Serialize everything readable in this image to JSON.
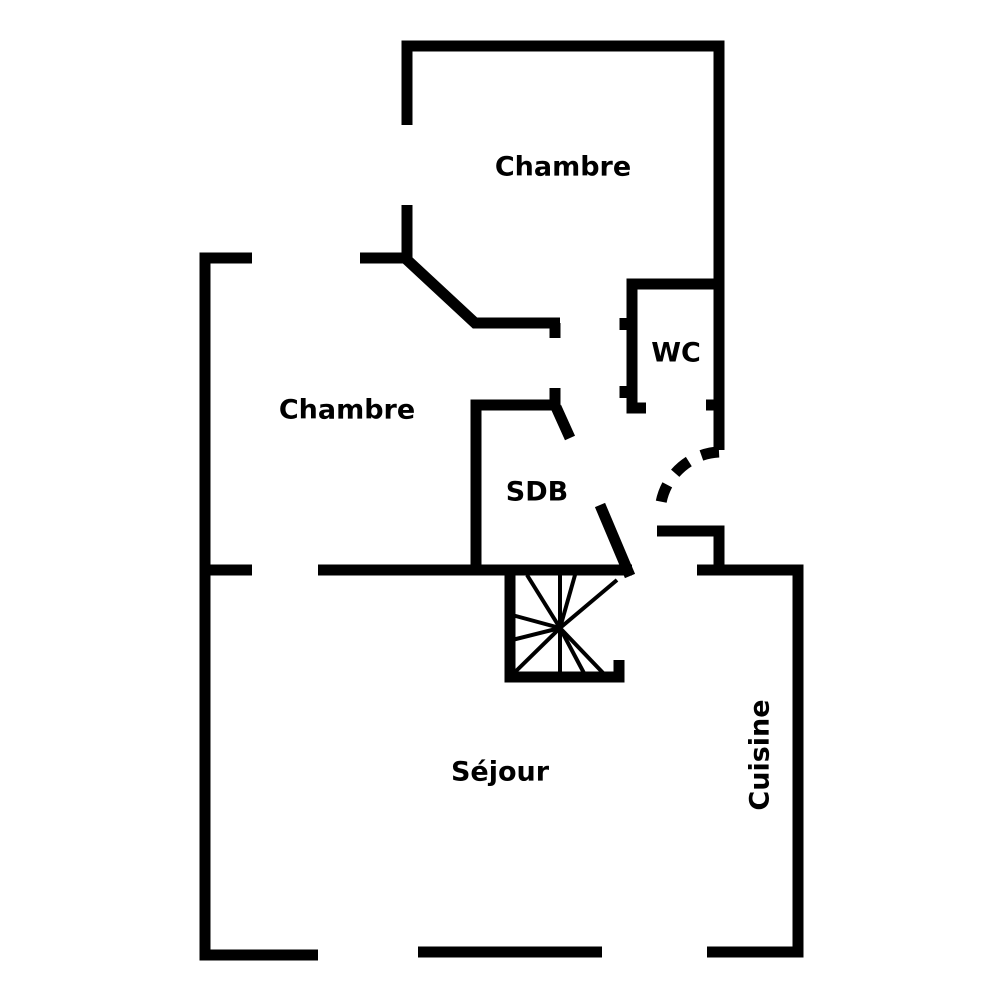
{
  "rooms": {
    "chambre_top": "Chambre",
    "chambre_left": "Chambre",
    "wc": "WC",
    "sdb": "SDB",
    "sejour": "Séjour",
    "cuisine": "Cuisine"
  },
  "colors": {
    "wall": "#000000",
    "background": "#ffffff"
  }
}
